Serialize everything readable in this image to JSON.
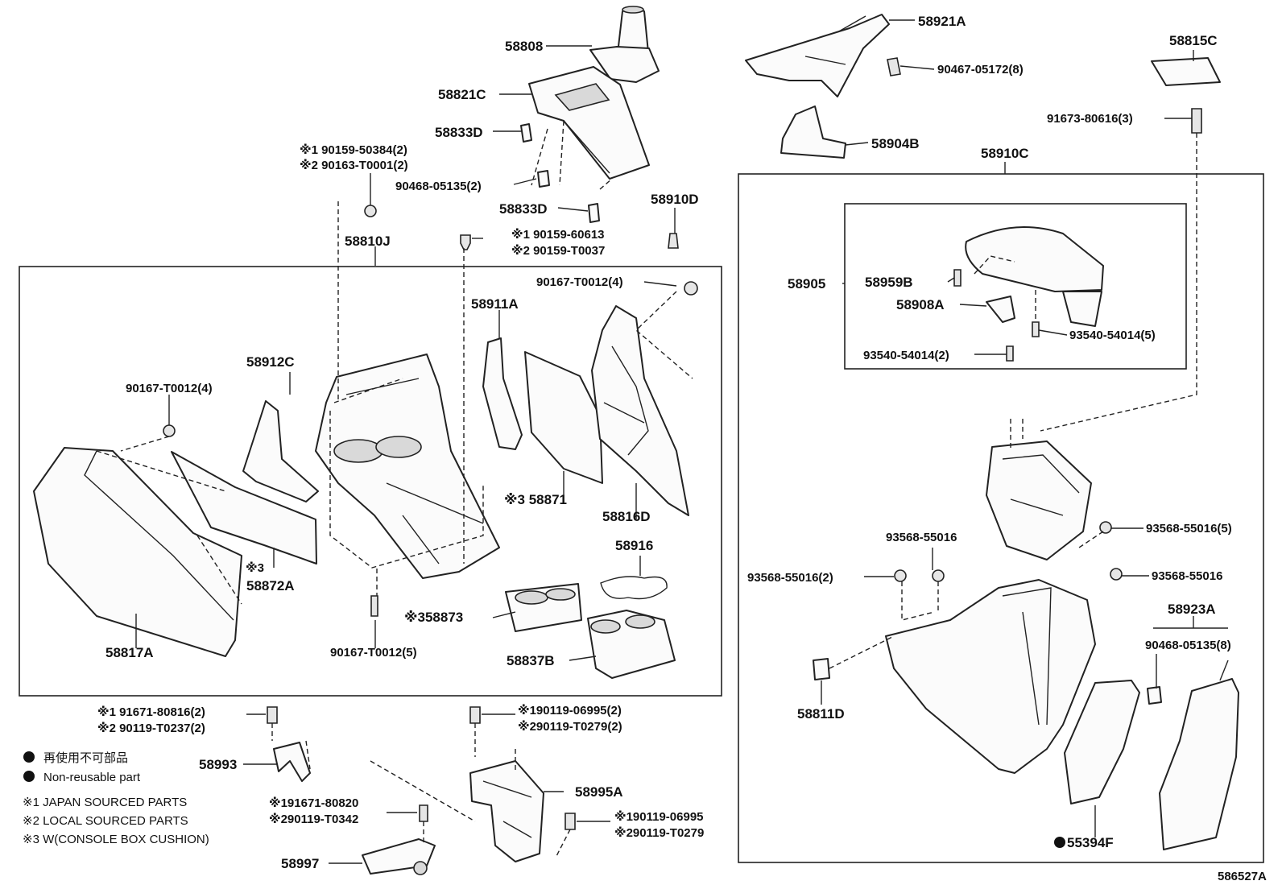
{
  "labels": {
    "l58808": "58808",
    "l58821C": "58821C",
    "l58833D_a": "58833D",
    "l90468a": "90468-05135(2)",
    "l58833D_b": "58833D",
    "l90159_50384": "※1 90159-50384(2)",
    "l90163": "※2 90163-T0001(2)",
    "l58810J": "58810J",
    "l90159_60613": "※1 90159-60613",
    "l90159_T0037": "※2 90159-T0037",
    "l58910D": "58910D",
    "l90167a": "90167-T0012(4)",
    "l58911A": "58911A",
    "l58912C": "58912C",
    "l90167b": "90167-T0012(4)",
    "l58871": "※3 58871",
    "l58816D": "58816D",
    "l58872A_mark": "※3",
    "l58872A": "58872A",
    "l58916": "58916",
    "l58873": "※358873",
    "l58837B": "58837B",
    "l58817A": "58817A",
    "l90167c": "90167-T0012(5)",
    "l91671_80816": "※1 91671-80816(2)",
    "l90119_T0237": "※2 90119-T0237(2)",
    "l58993": "58993",
    "l90119_06995a": "※190119-06995(2)",
    "l90119_T0279a": "※290119-T0279(2)",
    "l58995A": "58995A",
    "l91671_80820": "※191671-80820",
    "l90119_T0342": "※290119-T0342",
    "l58997": "58997",
    "l90119_06995b": "※190119-06995",
    "l90119_T0279b": "※290119-T0279",
    "l58921A": "58921A",
    "l90467": "90467-05172(8)",
    "l58904B": "58904B",
    "l58815C": "58815C",
    "l91673": "91673-80616(3)",
    "l58910C": "58910C",
    "l58905": "58905",
    "l58959B": "58959B",
    "l58908A": "58908A",
    "l93540a": "93540-54014(5)",
    "l93540b": "93540-54014(2)",
    "l93568a": "93568-55016(5)",
    "l93568b": "93568-55016",
    "l93568c": "93568-55016(2)",
    "l93568d": "93568-55016",
    "l58923A": "58923A",
    "l90468b": "90468-05135(8)",
    "l58811D": "58811D",
    "l55394F": "55394F",
    "diagram_id": "586527A"
  },
  "legend": {
    "jp": "再使用不可部品",
    "en": "Non-reusable part",
    "n1": "※1 JAPAN SOURCED PARTS",
    "n2": "※2 LOCAL SOURCED PARTS",
    "n3": "※3 W(CONSOLE BOX CUSHION)"
  }
}
